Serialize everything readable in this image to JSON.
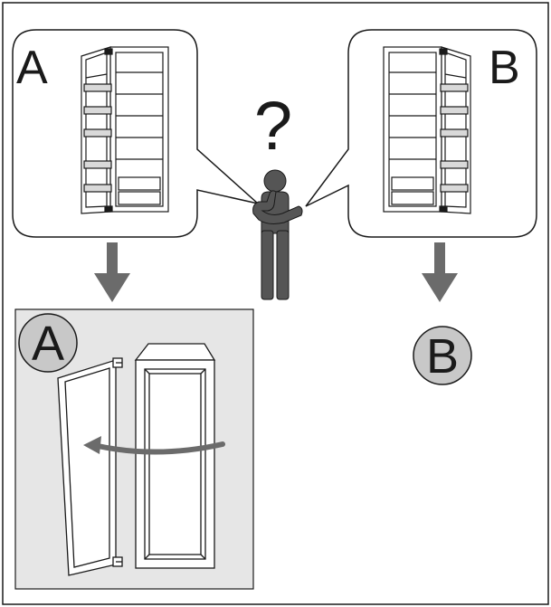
{
  "labels": {
    "option_a": "A",
    "option_b": "B",
    "option_a_badge": "A",
    "option_b_badge": "B",
    "question": "?"
  },
  "icons": {
    "thinking_person": "thinking-person-icon",
    "arrow": "arrow-down-icon",
    "curved_arrow": "curved-arrow-left-icon",
    "fridge": "fridge-icon"
  },
  "colors": {
    "line": "#1a1a1a",
    "person": "#555555",
    "arrow": "#6b6b6b",
    "panel_fill": "#e6e6e6",
    "badge_fill": "#c8c8c8"
  }
}
